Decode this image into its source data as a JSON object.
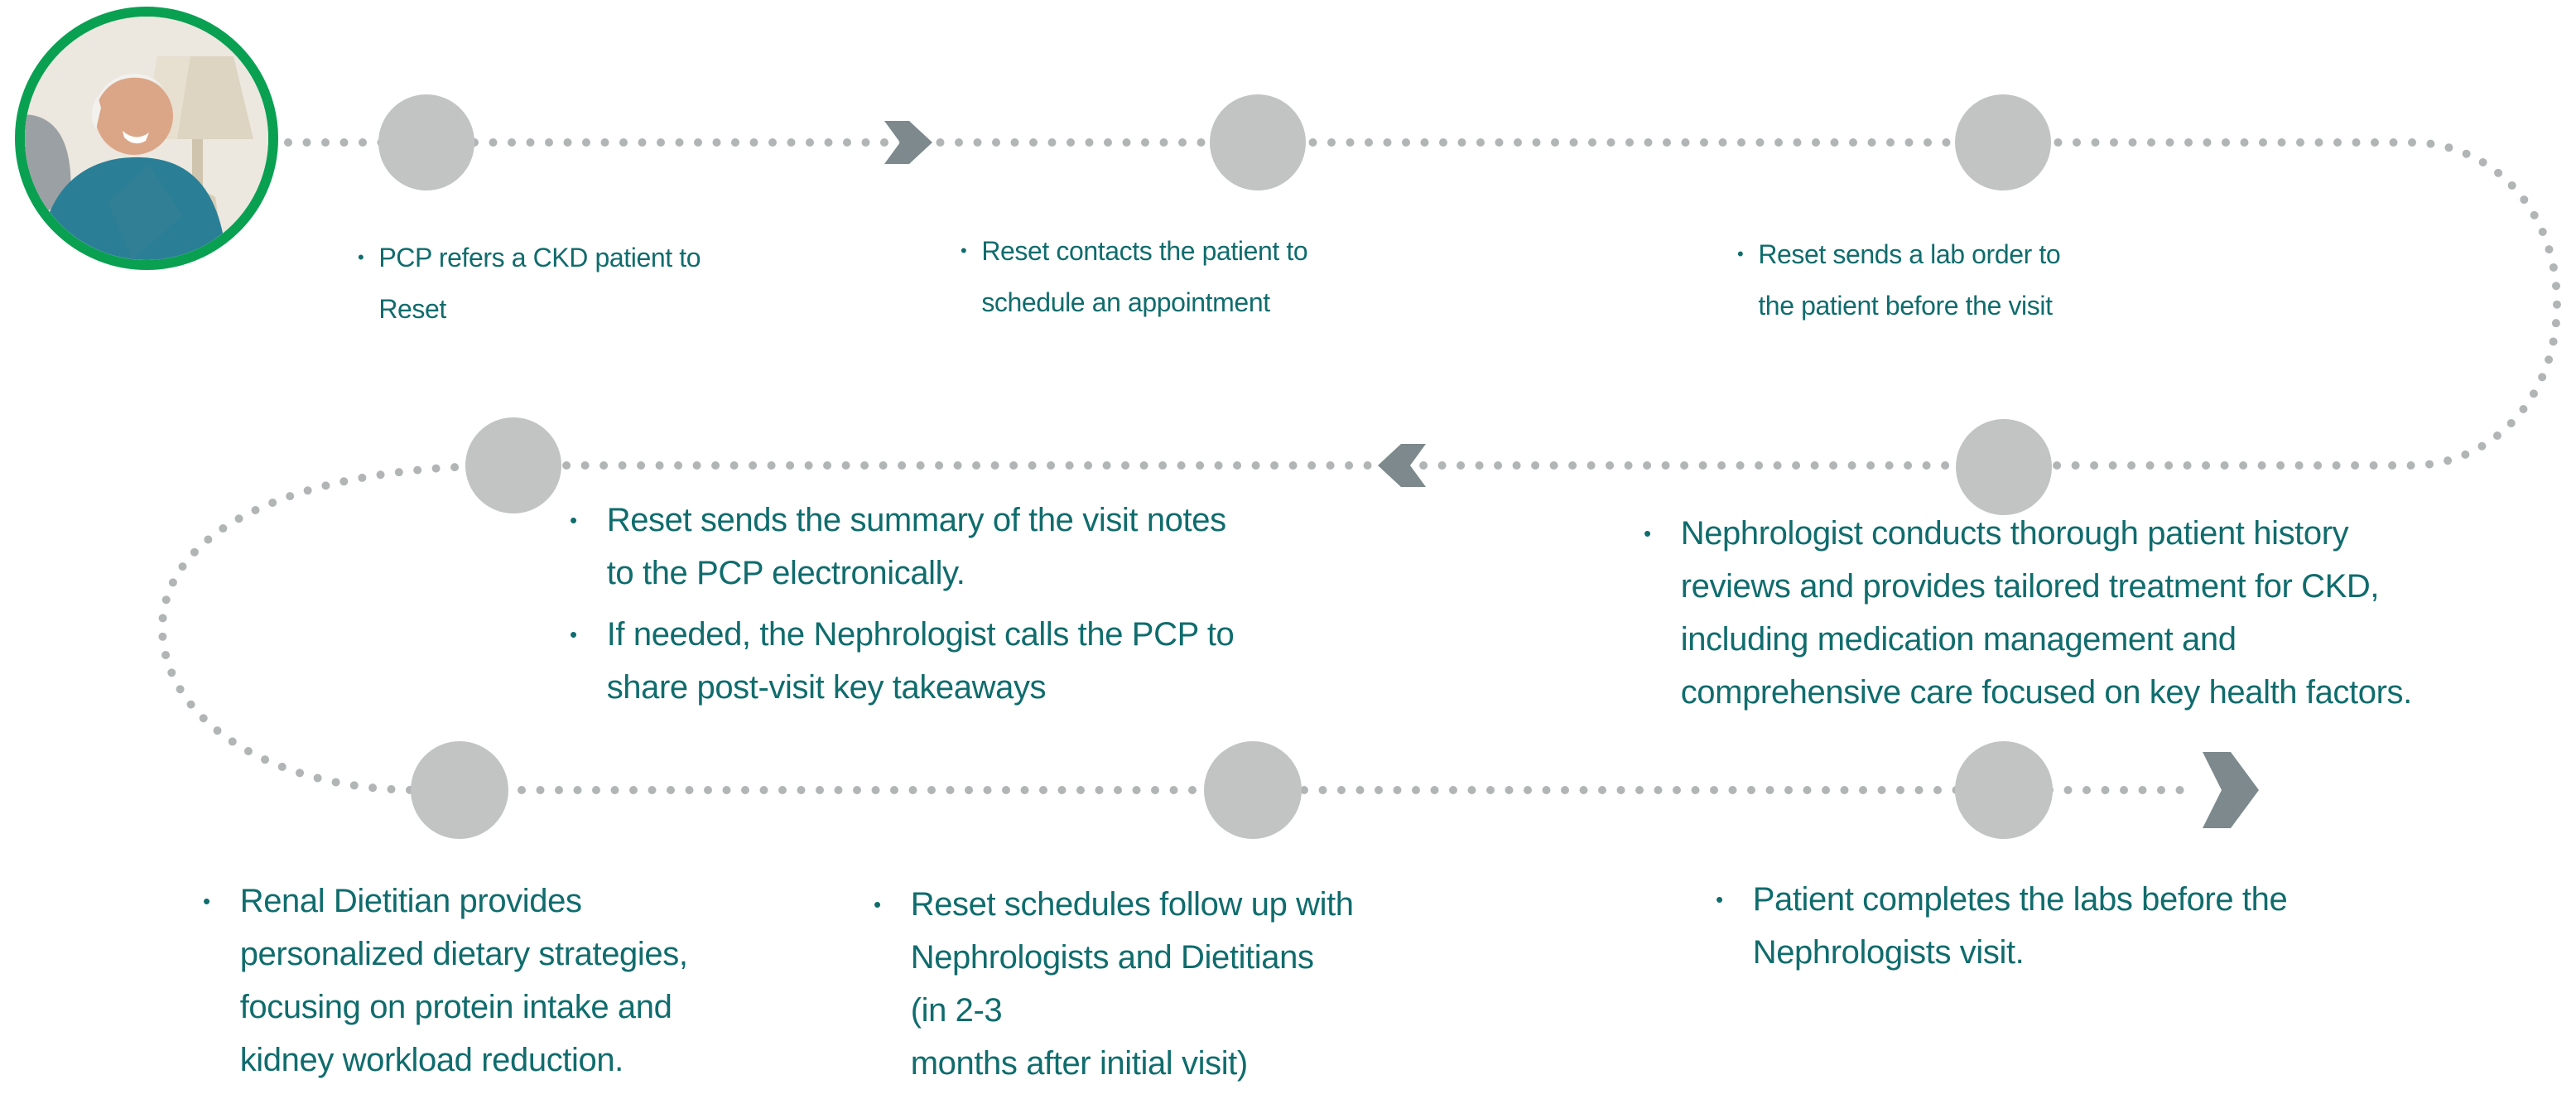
{
  "bullet_char": "•",
  "palette": {
    "background": "#ffffff",
    "text_teal": "#106c6d",
    "node_gray": "#c1c4c3",
    "dot_gray": "#b2b5b5",
    "arrow_gray": "#7d898c",
    "ring_green": "#0aa052"
  },
  "photo": {
    "description": "Smiling elderly man in a teal shirt seated beside a table lamp"
  },
  "steps": [
    {
      "lines": [
        "PCP refers a CKD patient to",
        "Reset"
      ]
    },
    {
      "lines": [
        "Reset contacts the patient to",
        "schedule an appointment"
      ]
    },
    {
      "lines": [
        "Reset sends a lab order to",
        "the patient before the visit"
      ]
    },
    {
      "lines": [
        "Nephrologist conducts thorough patient history",
        "reviews and provides tailored treatment for CKD,",
        "including medication management and",
        "comprehensive care focused on key health factors."
      ]
    },
    {
      "lines": [
        "Reset sends the summary of the visit notes",
        "to the PCP electronically."
      ],
      "lines2": [
        "If needed, the Nephrologist calls the PCP to",
        "share post-visit key takeaways"
      ]
    },
    {
      "lines": [
        "Renal Dietitian provides",
        "personalized dietary strategies,",
        "focusing on protein intake and",
        "kidney workload reduction."
      ]
    },
    {
      "lines": [
        "Reset schedules follow up with",
        "Nephrologists and Dietitians (in 2-3",
        "months after initial visit)"
      ]
    },
    {
      "lines": [
        "Patient completes the labs before the",
        "Nephrologists visit."
      ]
    }
  ]
}
